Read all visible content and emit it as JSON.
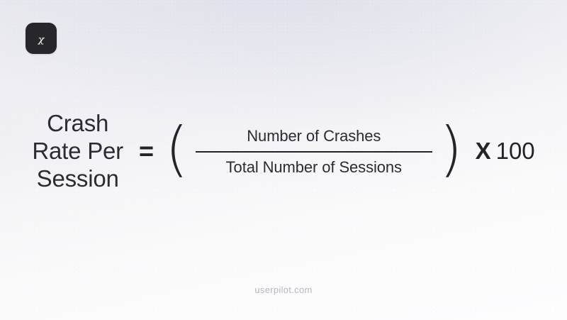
{
  "brand": {
    "logo_icon": "userpilot-u-logo-icon",
    "logo_glyph": "ᵪ",
    "footer_text": "userpilot.com"
  },
  "formula": {
    "label_lines": [
      "Crash",
      "Rate Per",
      "Session"
    ],
    "equals_symbol": "=",
    "paren_open": "(",
    "paren_close": ")",
    "numerator": "Number of Crashes",
    "denominator": "Total Number of Sessions",
    "times_symbol": "X",
    "multiplier_value": "100"
  },
  "colors": {
    "text": "#2b2b33",
    "logo_background": "#26262b",
    "logo_glyph": "#ffffff",
    "footer_text": "#b6b6c0",
    "rule": "#232329",
    "background_top": "#e3e3eb",
    "background_bottom": "#fdfdfe"
  }
}
